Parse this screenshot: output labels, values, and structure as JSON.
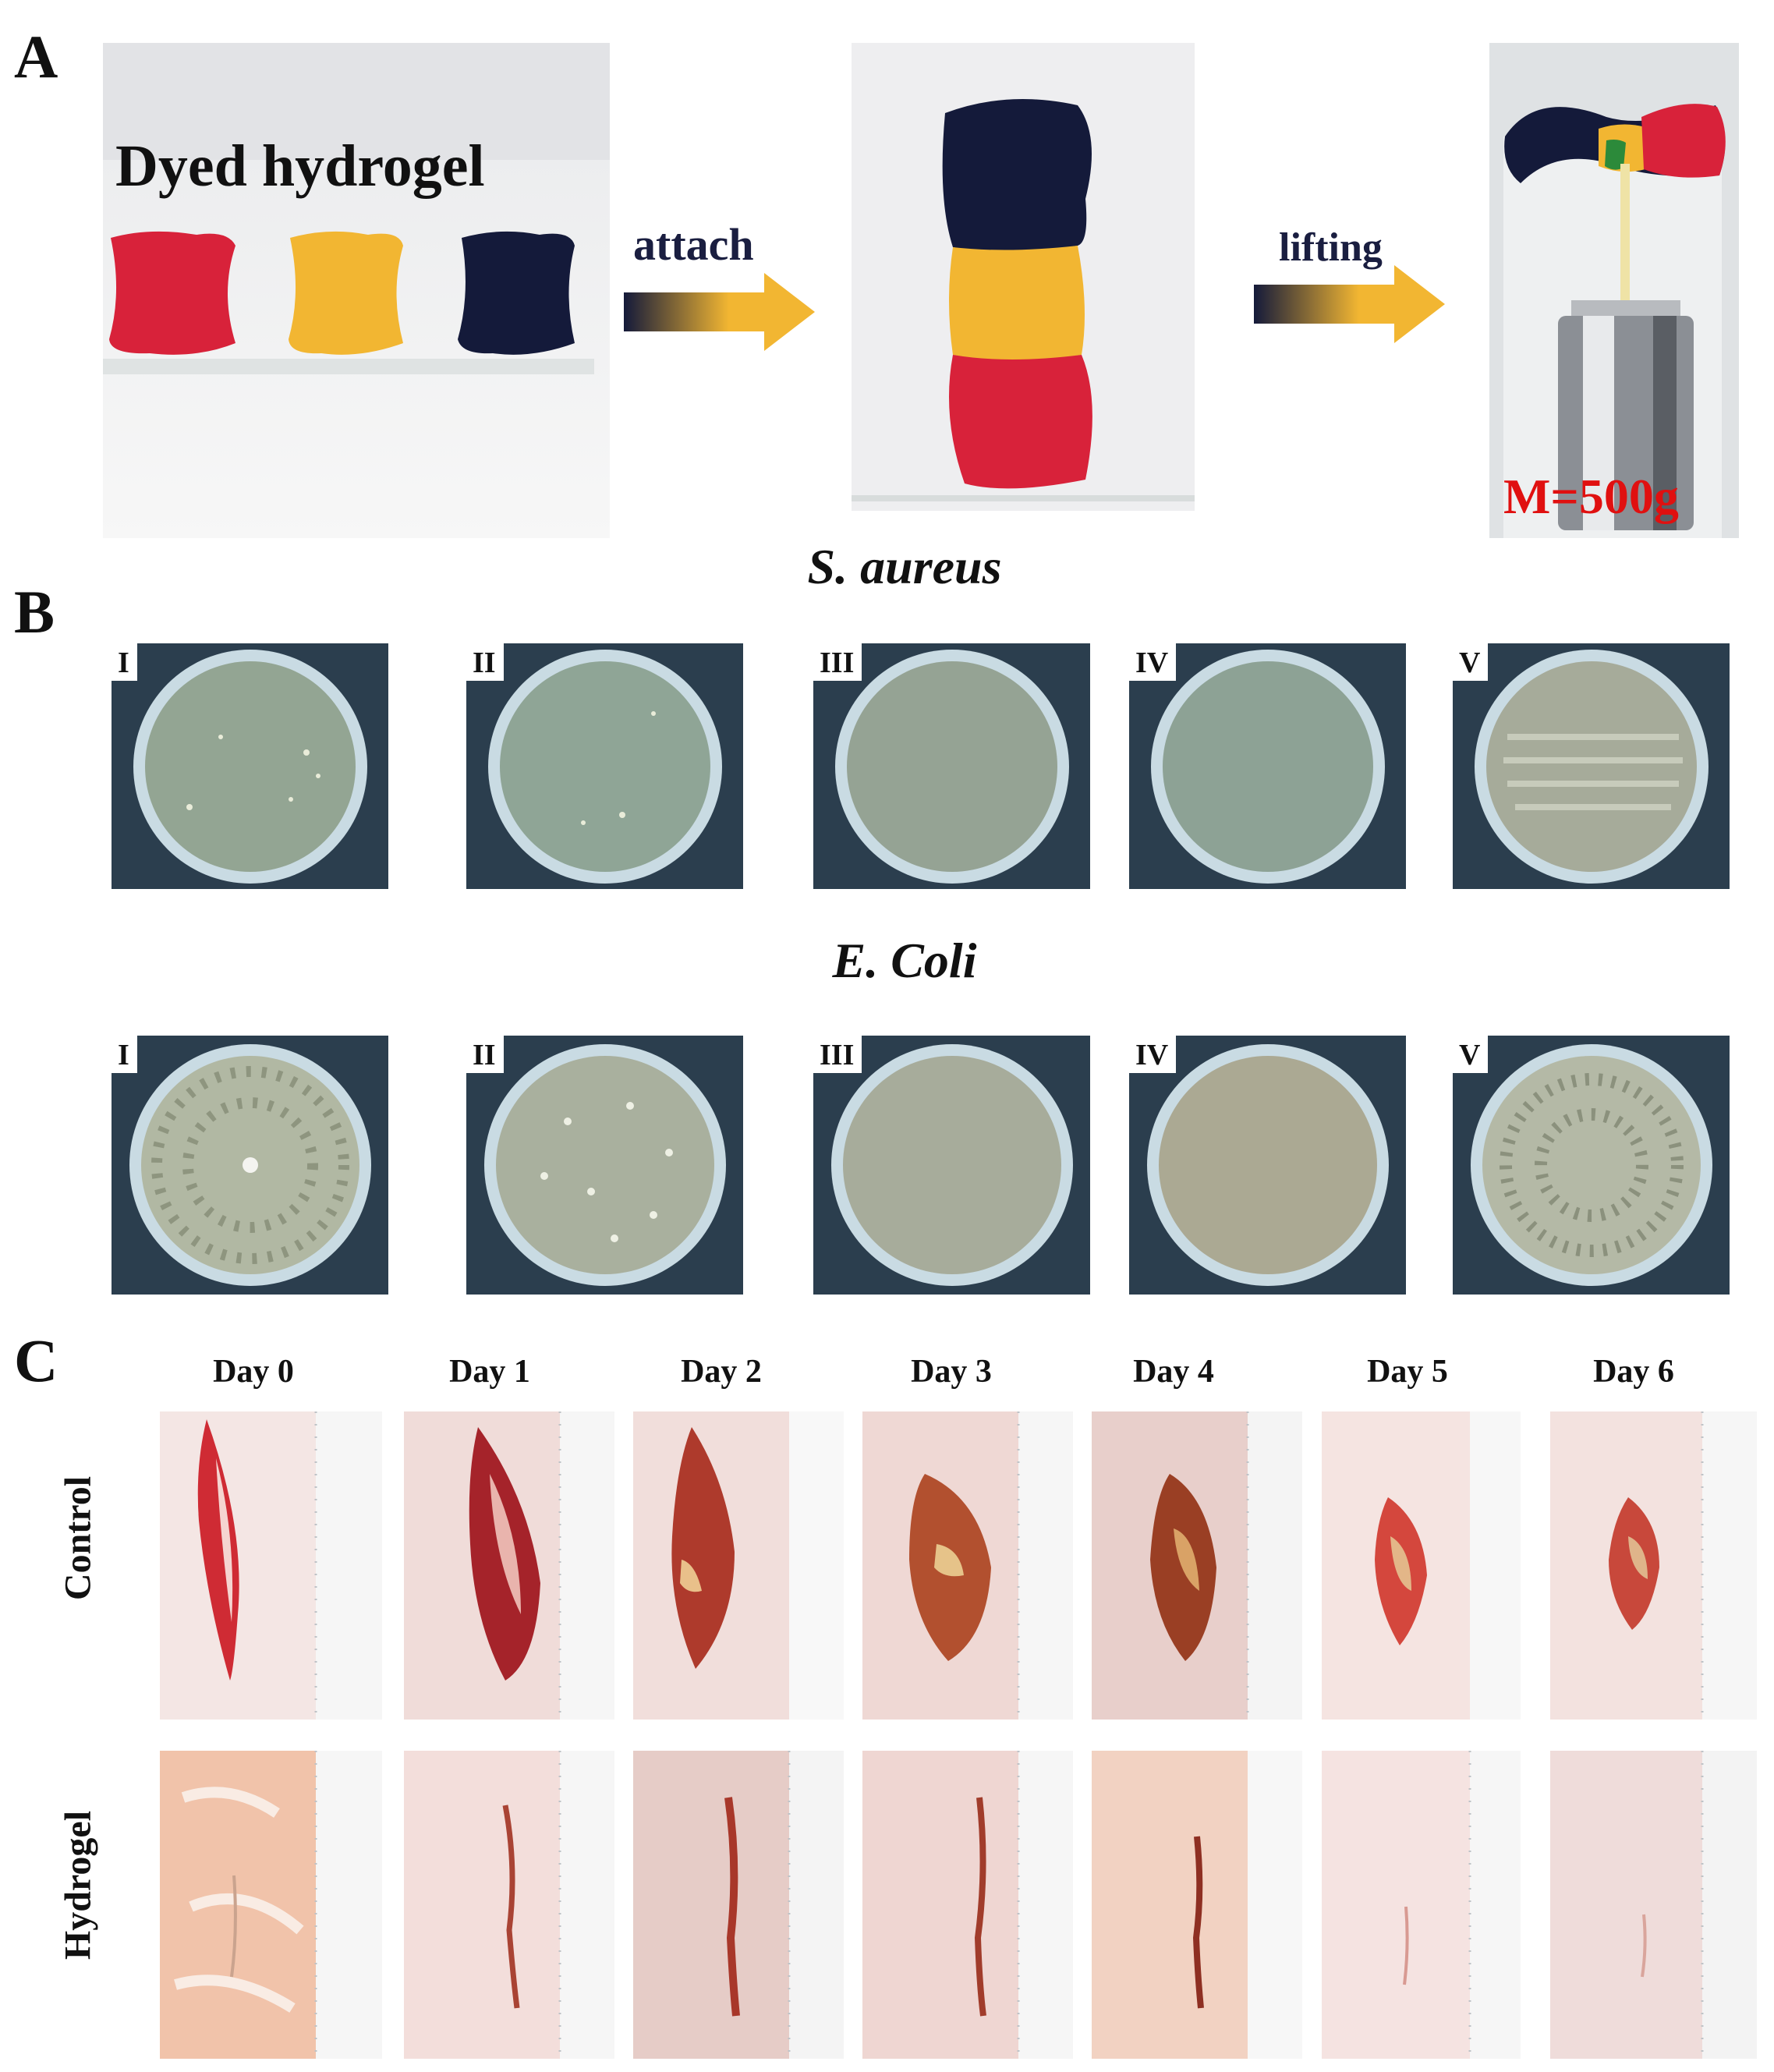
{
  "figure": {
    "panel_labels": {
      "a": "A",
      "b": "B",
      "c": "C"
    },
    "panel_a": {
      "dyed_label": "Dyed hydrogel",
      "arrow1_label": "attach",
      "arrow2_label": "lifting",
      "mass_label": "M=500g",
      "colors": {
        "red": "#d8223a",
        "yellow": "#f2b632",
        "navy": "#141a3a",
        "arrow": "#f2b632",
        "mass": "#e01010"
      }
    },
    "panel_b": {
      "group1_title": "S. aureus",
      "group2_title": "E. Coli",
      "plate_labels": [
        "I",
        "II",
        "III",
        "IV",
        "V"
      ]
    },
    "panel_c": {
      "days": [
        "Day 0",
        "Day 1",
        "Day 2",
        "Day 3",
        "Day 4",
        "Day 5",
        "Day 6"
      ],
      "rows": [
        "Control",
        "Hydrogel"
      ]
    }
  }
}
